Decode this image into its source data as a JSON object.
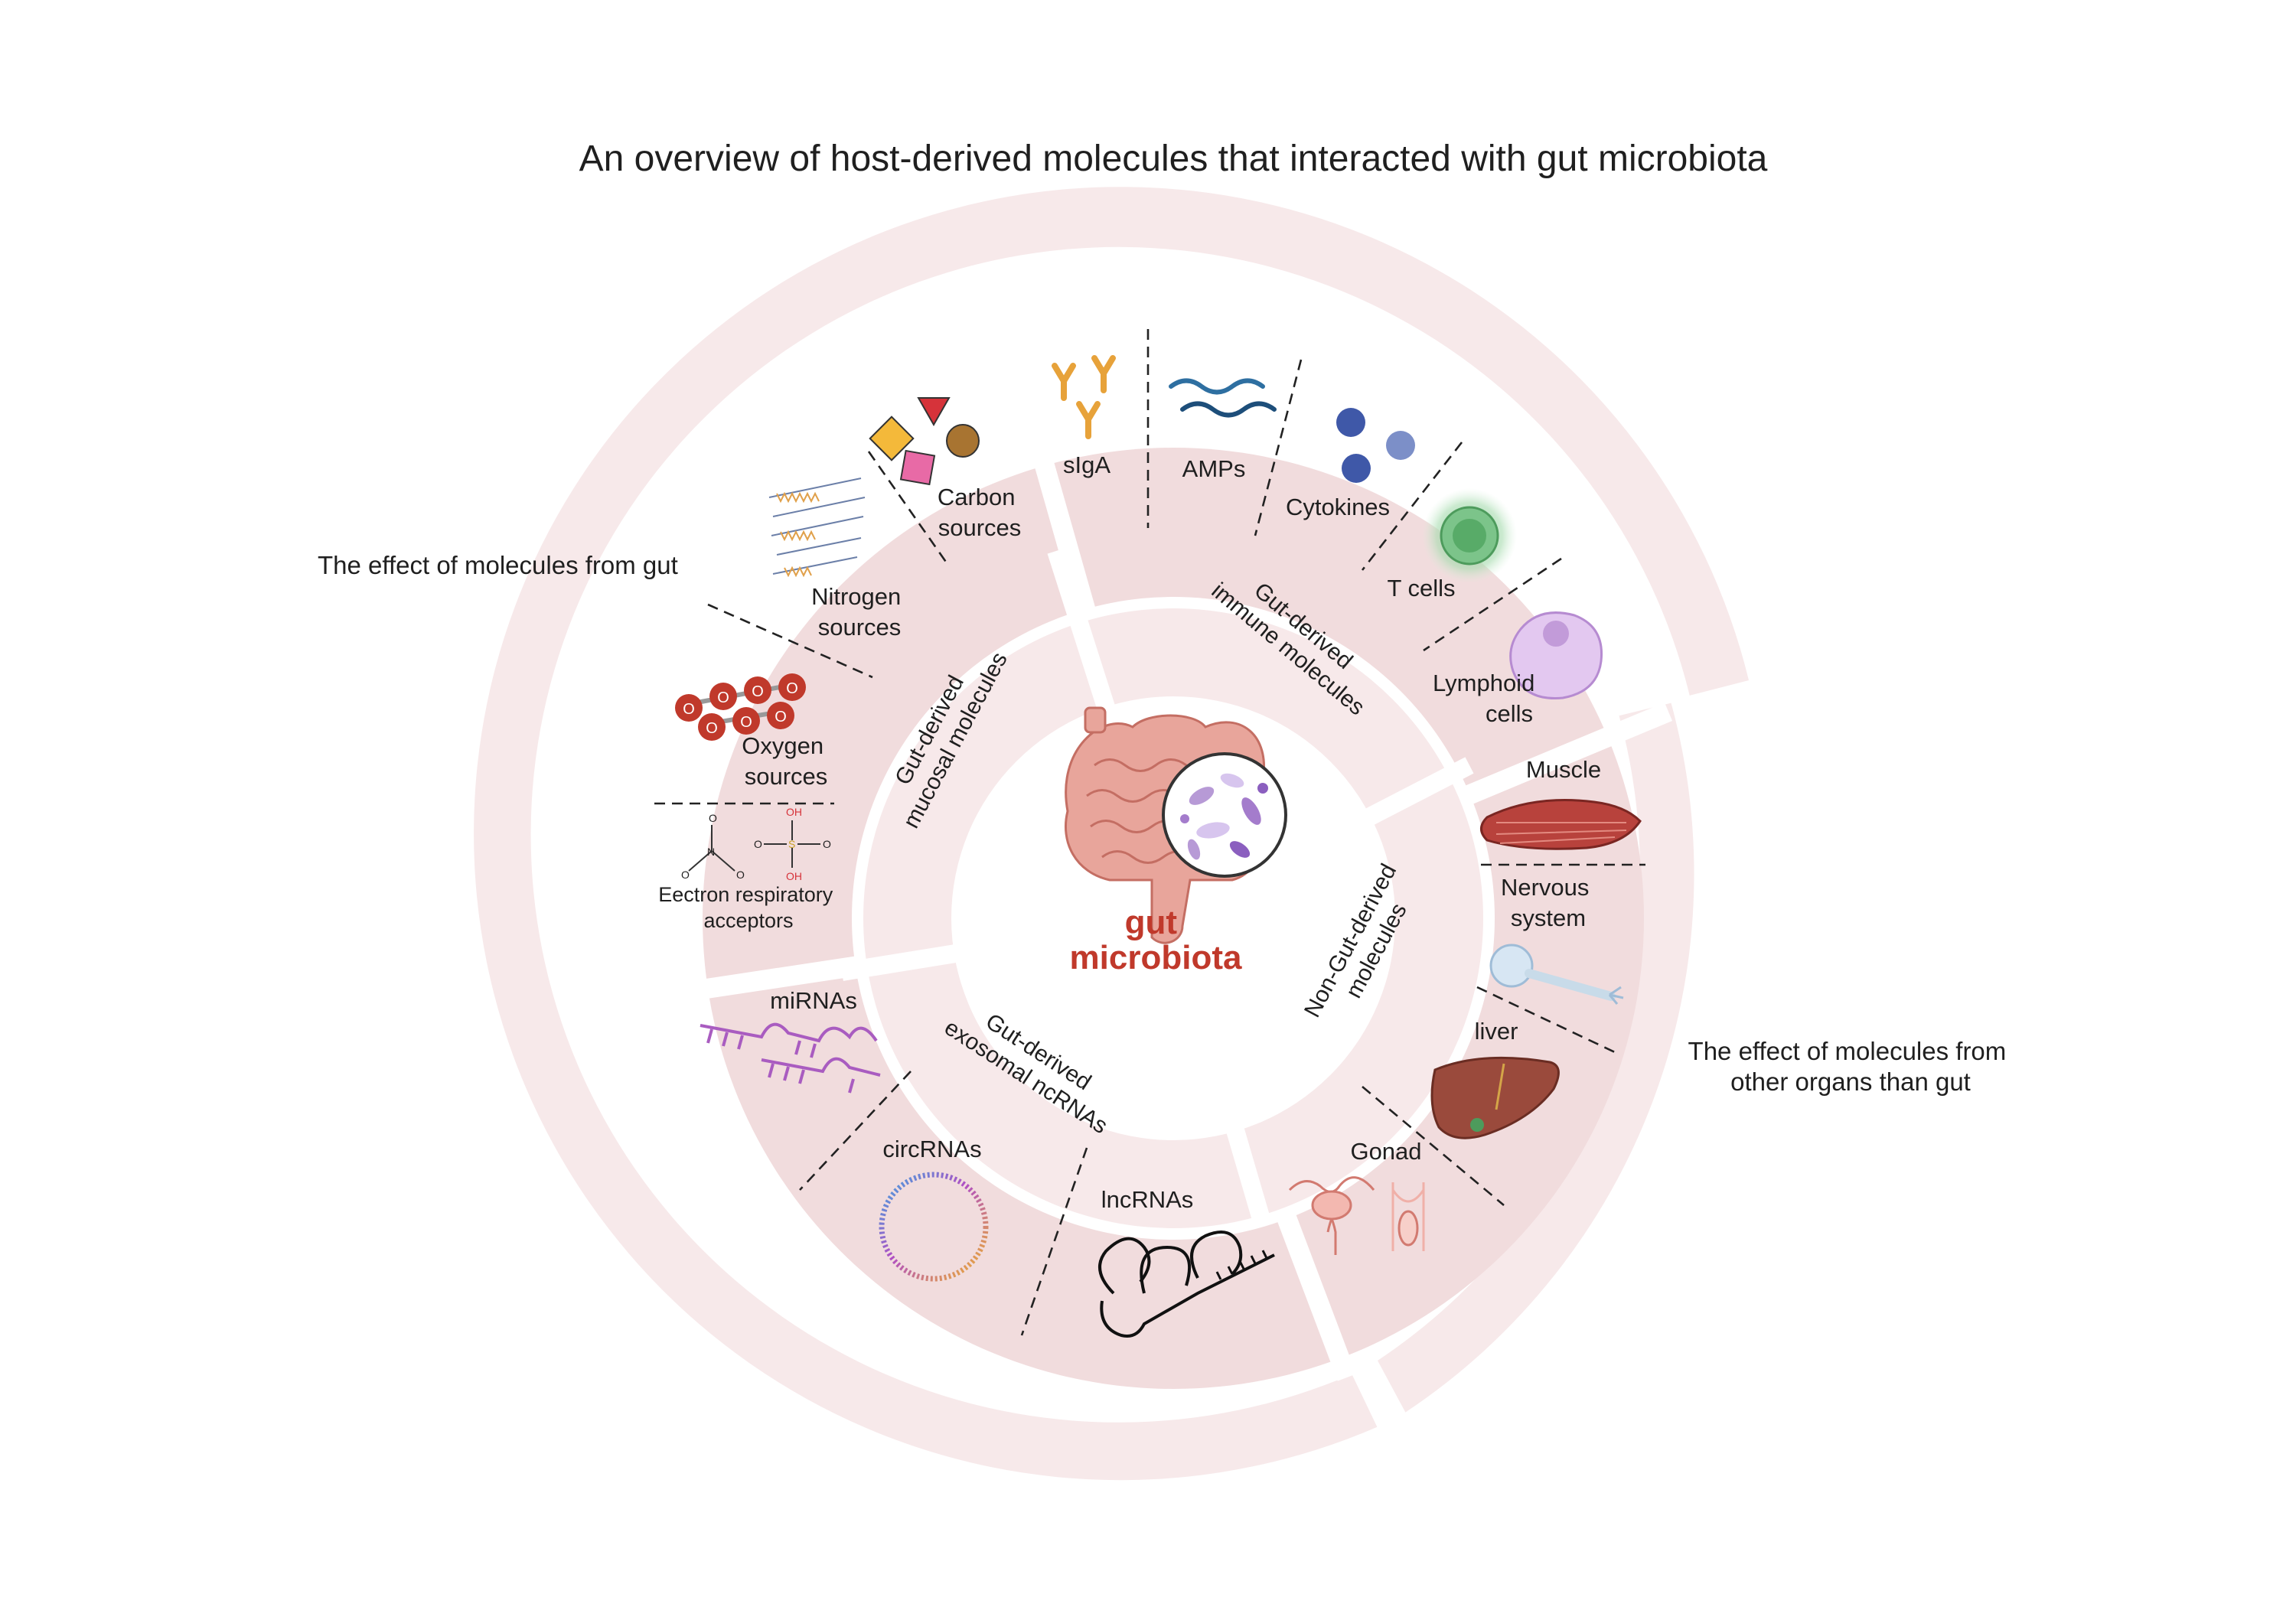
{
  "title": "An overview of host-derived molecules that interacted with gut microbiota",
  "outer_ring": {
    "left_label": "The effect of molecules from gut",
    "right_label_lines": [
      "The effect of molecules from",
      "other organs than gut"
    ]
  },
  "center": {
    "label_lines": [
      "gut",
      "microbiota"
    ]
  },
  "inner_ring": {
    "mucosal_lines": [
      "Gut-derived",
      "mucosal molecules"
    ],
    "immune_lines": [
      "Gut-derived",
      "immune  molecules"
    ],
    "exosomal_lines": [
      "Gut-derived",
      "exosomal ncRNAs"
    ],
    "non_gut_lines": [
      "Non-Gut-derived",
      "molecules"
    ]
  },
  "mucosal_items": {
    "carbon_lines": [
      "Carbon",
      "sources"
    ],
    "nitrogen_lines": [
      "Nitrogen",
      "sources"
    ],
    "oxygen_lines": [
      "Oxygen",
      "sources"
    ],
    "electron_lines": [
      "Eectron respiratory",
      "acceptors"
    ],
    "chem_labels": {
      "o_minus": "O",
      "n_plus": "N",
      "oh": "OH",
      "o": "O",
      "s": "S"
    }
  },
  "immune_items": {
    "siga": "sIgA",
    "amps": "AMPs",
    "cytokines": "Cytokines",
    "t_cells": "T cells",
    "lymphoid_lines": [
      "Lymphoid",
      "cells"
    ]
  },
  "organ_items": {
    "muscle": "Muscle",
    "nervous_lines": [
      "Nervous",
      "system"
    ],
    "liver": "liver",
    "gonad": "Gonad"
  },
  "ncrna_items": {
    "mirnas": "miRNAs",
    "circrnas": "circRNAs",
    "lncrnas": "lncRNAs"
  },
  "colors": {
    "outer_ring": "#f7e9ea",
    "middle_ring": "#f1dcdd",
    "inner_ring": "#f7e9ea",
    "center_label": "#c0392b",
    "igg": "#e7a23a",
    "amp_wave": "#2e6fa1",
    "cytokine": "#5068a8",
    "t_cell": "#7cc48a",
    "lymphoid": "#c9a4e0",
    "rna": "#a95cc0"
  }
}
